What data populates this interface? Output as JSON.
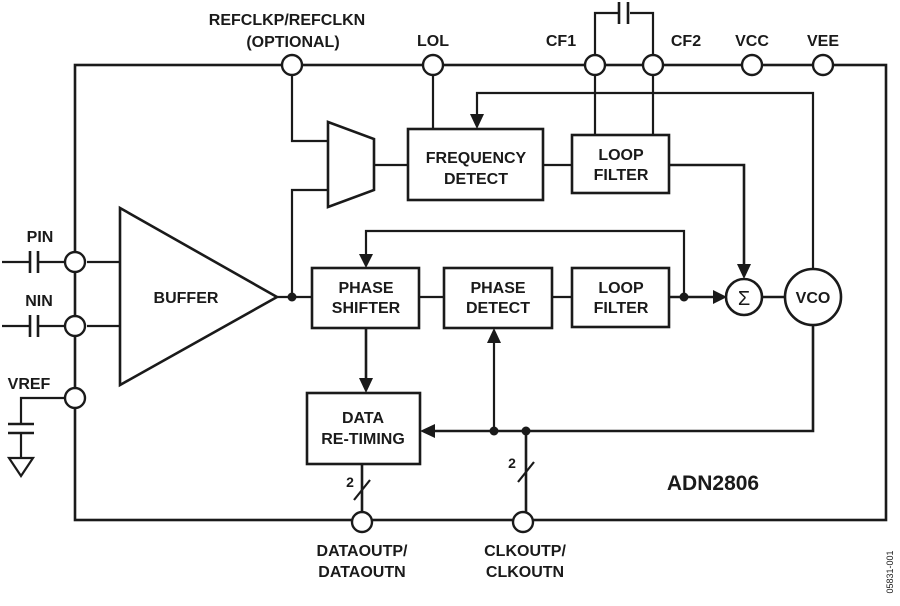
{
  "diagram": {
    "title": "ADN2806",
    "figure_id": "05831-001",
    "pins": {
      "refclk": "REFCLKP/REFCLKN",
      "refclk_note": "(OPTIONAL)",
      "lol": "LOL",
      "cf1": "CF1",
      "cf2": "CF2",
      "vcc": "VCC",
      "vee": "VEE",
      "pin": "PIN",
      "nin": "NIN",
      "vref": "VREF",
      "dataout_1": "DATAOUTP/",
      "dataout_2": "DATAOUTN",
      "clkout_1": "CLKOUTP/",
      "clkout_2": "CLKOUTN"
    },
    "blocks": {
      "buffer": "BUFFER",
      "frequency_detect_1": "FREQUENCY",
      "frequency_detect_2": "DETECT",
      "loop_filter_top_1": "LOOP",
      "loop_filter_top_2": "FILTER",
      "phase_shifter_1": "PHASE",
      "phase_shifter_2": "SHIFTER",
      "phase_detect_1": "PHASE",
      "phase_detect_2": "DETECT",
      "loop_filter_bottom_1": "LOOP",
      "loop_filter_bottom_2": "FILTER",
      "summer": "Σ",
      "vco": "VCO",
      "data_retiming_1": "DATA",
      "data_retiming_2": "RE-TIMING"
    },
    "bus_widths": {
      "dataout": "2",
      "clkout": "2"
    }
  }
}
